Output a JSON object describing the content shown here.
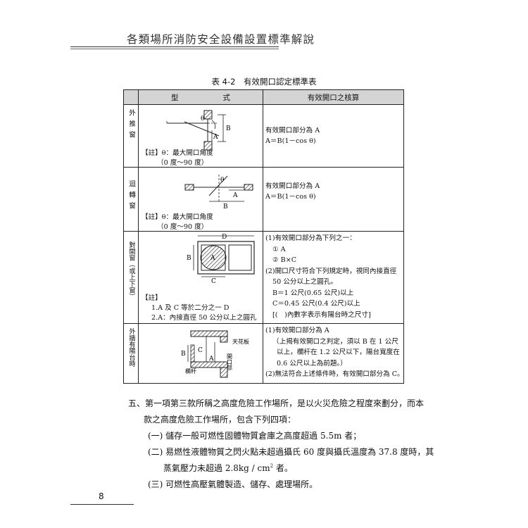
{
  "header": {
    "book_title": "各類場所消防安全設備設置標準解說"
  },
  "table": {
    "caption": "表 4-2　有效開口認定標準表",
    "col_headers": [
      "型　　　　　　式",
      "有效開口之核算"
    ],
    "rows": [
      {
        "side_label": "外推窗",
        "diagram_labels": [
          "θ",
          "B",
          "A"
        ],
        "note_lines": [
          "【註】θ：最大開口角度",
          "（0 度～90 度）"
        ],
        "formula_lines": [
          "有效開口部分為 A",
          "A＝B(1－cos θ)"
        ]
      },
      {
        "side_label": "迴轉窗",
        "diagram_labels": [
          "θ",
          "A",
          "B"
        ],
        "note_lines": [
          "【註】θ：最大開口角度",
          "（0 度～90 度）"
        ],
        "formula_lines": [
          "有效開口部分為 A",
          "A＝B(1－cos θ)"
        ]
      },
      {
        "side_label": "對開窗（或上下窗）",
        "diagram_labels": [
          "D",
          "B",
          "A",
          "C"
        ],
        "note_lines": [
          "【註】",
          "1.A 及 C 等於二分之一 D",
          "2.A：內接直徑 50 公分以上之圓孔"
        ],
        "formula_lines": [
          "(1)有效開口部分為下列之一：",
          "① A",
          "② B×C",
          "(2)開口尺寸符合下列規定時，視同內接直徑",
          "50 公分以上之圓孔。",
          "B＝1 公尺(0.65 公尺)以上",
          "C＝0.45 公尺(0.4 公尺)以上",
          "[(　)內數字表示有陽台時之尺寸]"
        ]
      },
      {
        "side_label": "外牆有陽台時",
        "diagram_labels": [
          "B",
          "C",
          "A",
          "欄杆",
          "天花板",
          "開口部"
        ],
        "formula_lines": [
          "(1)有效開口部分為 A",
          "（上揭有效開口之判定，須以 B 在 1 公尺",
          "以上，欄杆在 1.2 公尺以下，陽台寬度在",
          "0.6 公尺以上為前題。）",
          "(2)無法符合上述條件時，有效開口部分為 C。"
        ]
      }
    ]
  },
  "body": {
    "para_line1": "五、第一項第三款所稱之高度危險工作場所，是以火災危險之程度來劃分，而本",
    "para_line2": "款之高度危險工作場所，包含下列四項：",
    "item1": "(一) 儲存一般可燃性固體物質倉庫之高度超過 5.5m 者；",
    "item2_line1": "(二) 易燃性液體物質之閃火點未超過攝氏 60 度與攝氏溫度為 37.8 度時，其",
    "item2_line2_a": "蒸氣壓力未超過 2.8kg / cm",
    "item2_sup": "2",
    "item2_line2_b": " 者。",
    "item3": "(三) 可燃性高壓氣體製造、儲存、處理場所。"
  },
  "footer": {
    "page_number": "8"
  }
}
